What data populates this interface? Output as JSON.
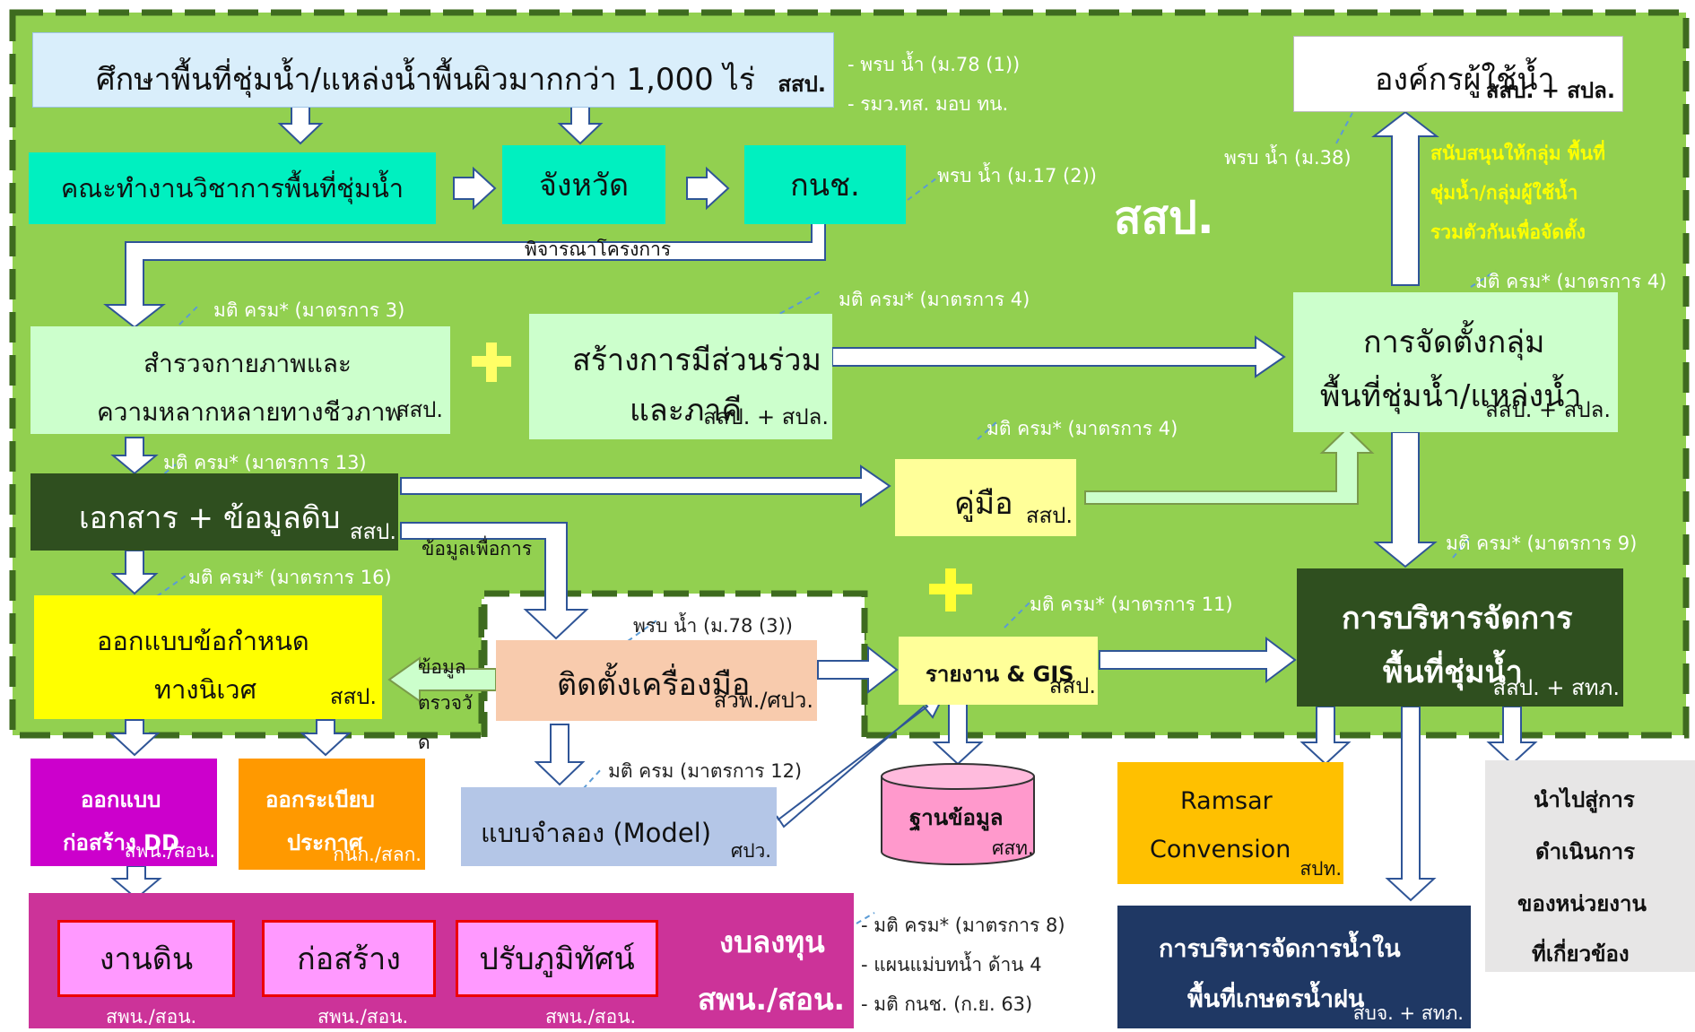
{
  "title": "สสป.",
  "colors": {
    "green_bg": "#92d050",
    "dash_border": "#3e6b1f",
    "light_blue": "#d9eefb",
    "teal": "#00f0c0",
    "mint": "#ccffcc",
    "dark_green": "#2f4f1f",
    "light_yellow": "#ffff99",
    "yellow": "#ffff00",
    "peach": "#f8cbad",
    "steel": "#b4c6e7",
    "magenta": "#cc00cc",
    "orange": "#ff9900",
    "pink_band": "#cc3399",
    "pink_box": "#ff99ff",
    "gold": "#ffc000",
    "navy": "#1f3864",
    "grey": "#e7e6e6"
  },
  "nodes": {
    "study": {
      "label": "ศึกษาพื้นที่ชุ่มน้ำ/แหล่งน้ำพื้นผิวมากกว่า 1,000 ไร่",
      "owner": "สสป."
    },
    "committee": {
      "label": "คณะทำงานวิชาการพื้นที่ชุ่มน้ำ"
    },
    "province": {
      "label": "จังหวัด"
    },
    "knch": {
      "label": "กนช."
    },
    "user_org": {
      "label": "องค์กรผู้ใช้น้ำ",
      "owner": "สสป. + สปล."
    },
    "survey": {
      "line1": "สำรวจกายภาพและ",
      "line2": "ความหลากหลายทางชีวภาพ",
      "owner": "สสป."
    },
    "participation": {
      "line1": "สร้างการมีส่วนร่วม",
      "line2": "และภาคี",
      "owner": "สสป. + สปล."
    },
    "group_setup": {
      "line1": "การจัดตั้งกลุ่ม",
      "line2": "พื้นที่ชุ่มน้ำ/แหล่งน้ำ",
      "owner": "สสป. + สปล."
    },
    "documents": {
      "label": "เอกสาร + ข้อมูลดิบ",
      "owner": "สสป."
    },
    "manual": {
      "label": "คู่มือ",
      "owner": "สสป."
    },
    "design_spec": {
      "line1": "ออกแบบข้อกำหนด",
      "line2": "ทางนิเวศ",
      "owner": "สสป."
    },
    "install": {
      "label": "ติดตั้งเครื่องมือ",
      "owner": "สวพ./ศปว."
    },
    "report_gis": {
      "label": "รายงาน & GIS",
      "owner": "สสป."
    },
    "wetland_mgmt": {
      "line1": "การบริหารจัดการ",
      "line2": "พื้นที่ชุ่มน้ำ",
      "owner": "สสป. + สทภ."
    },
    "design_dd": {
      "line1": "ออกแบบ",
      "line2": "ก่อสร้าง DD",
      "owner": "สพน./สอน."
    },
    "regulation": {
      "line1": "ออกระเบียบ",
      "line2": "ประกาศ",
      "owner": "กนก./สลก."
    },
    "model": {
      "label": "แบบจำลอง (Model)",
      "owner": "ศปว."
    },
    "database": {
      "label": "ฐานข้อมูล",
      "owner": "ศสท."
    },
    "ramsar": {
      "line1": "Ramsar",
      "line2": "Convension",
      "owner": "สปท."
    },
    "rainfed": {
      "line1": "การบริหารจัดการน้ำใน",
      "line2": "พื้นที่เกษตรน้ำฝน",
      "owner": "สบจ. + สทภ."
    },
    "agencies": {
      "line1": "นำไปสู่การ",
      "line2": "ดำเนินการ",
      "line3": "ของหน่วยงาน",
      "line4": "ที่เกี่ยวข้อง"
    },
    "earthwork": {
      "label": "งานดิน",
      "owner": "สพน./สอน."
    },
    "construction": {
      "label": "ก่อสร้าง",
      "owner": "สพน./สอน."
    },
    "landscape": {
      "label": "ปรับภูมิทัศน์",
      "owner": "สพน./สอน."
    },
    "investment": {
      "line1": "งบลงทุน",
      "line2": "สพน./สอน."
    }
  },
  "edge_labels": {
    "consider": "พิจารณาโครงการ",
    "data_for": "ข้อมูลเพื่อการ",
    "data_check_1": "ข้อมูล",
    "data_check_2": "ตรวจวั",
    "data_check_3": "ด"
  },
  "notes": {
    "law_78_1": "- พรบ น้ำ  (ม.78 (1))",
    "minister": "- รมว.ทส. มอบ ทน.",
    "law_17_2": "พรบ น้ำ  (ม.17 (2))",
    "law_38": "พรบ น้ำ  (ม.38)",
    "support_1": "สนับสนุนให้กลุ่ม พื้นที่",
    "support_2": "ชุ่มน้ำ/กลุ่มผู้ใช้น้ำ",
    "support_3": "รวมตัวกันเพื่อจัดตั้ง",
    "cab_3": "มติ ครม* (มาตรการ 3)",
    "cab_4a": "มติ ครม* (มาตรการ 4)",
    "cab_4b": "มติ ครม* (มาตรการ 4)",
    "cab_4c": "มติ ครม* (มาตรการ 4)",
    "cab_13": "มติ ครม* (มาตรการ 13)",
    "cab_16": "มติ ครม* (มาตรการ 16)",
    "cab_9": "มติ ครม* (มาตรการ 9)",
    "cab_11": "มติ ครม* (มาตรการ 11)",
    "law_78_3": "พรบ น้ำ  (ม.78 (3))",
    "cab_12": "มติ ครม  (มาตรการ 12)",
    "cab_8": "- มติ ครม* (มาตรการ 8)",
    "plan_4": "- แผนแม่บทน้ำ  ด้าน 4",
    "knch_63": "- มติ กนช. (ก.ย. 63)"
  }
}
